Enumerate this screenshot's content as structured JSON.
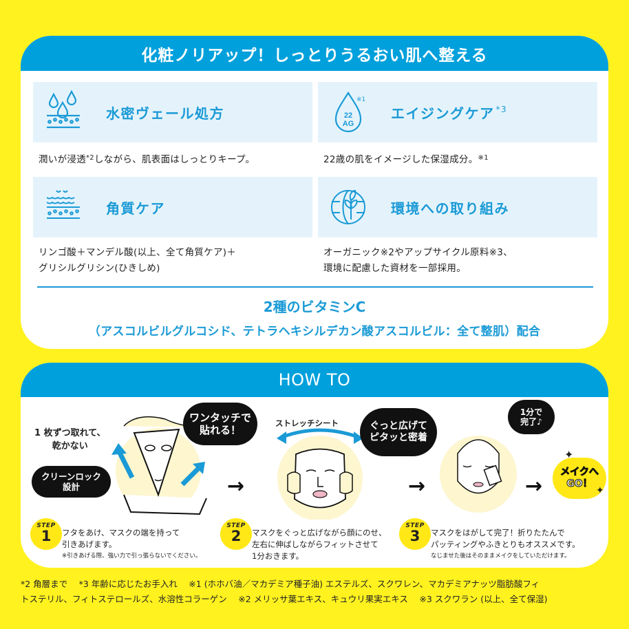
{
  "colors": {
    "background": "#fff21f",
    "header_blue": "#00a0dc",
    "accent_blue": "#1a9ad6",
    "feature_box": "#e4f3fb",
    "step_badge": "#ffe816"
  },
  "top_panel": {
    "header": "化粧ノリアップ！しっとりうるおい肌へ整える",
    "features": [
      {
        "icon": "water-drops-icon",
        "title": "水密ヴェール処方",
        "title_sup": "",
        "desc_before": "潤いが浸透",
        "desc_sup": "*2",
        "desc_after": "しながら、肌表面はしっとりキープ。"
      },
      {
        "icon": "22ag-drop-icon",
        "icon_text_1": "22",
        "icon_text_2": "AG",
        "icon_sup": "※1",
        "title": "エイジングケア",
        "title_sup": "*3",
        "desc_before": "22歳の肌をイメージした保湿成分。",
        "desc_sup": "※1",
        "desc_after": ""
      },
      {
        "icon": "skin-layers-icon",
        "title": "角質ケア",
        "desc_line1": "リンゴ酸＋マンデル酸(以上、全て角質ケア)＋",
        "desc_line2": "グリシルグリシン(ひきしめ)"
      },
      {
        "icon": "globe-leaf-icon",
        "title": "環境への取り組み",
        "desc_line1": "オーガニック※2やアップサイクル原料※3、",
        "desc_line2": "環境に配慮した資材を一部採用。"
      }
    ],
    "vitamin_title": "2種のビタミンC",
    "vitamin_sub": "（アスコルビルグルコシド、テトラヘキシルデカン酸アスコルビル：全て整肌）配合"
  },
  "how_to": {
    "header": "HOW TO",
    "labels": {
      "one_by_one_1": "1 枚ずつ取れて、",
      "one_by_one_2": "乾かない",
      "stretch_sheet": "ストレッチシート"
    },
    "bubbles": {
      "clean_lock_1": "クリーンロック",
      "clean_lock_2": "設計",
      "one_touch_1": "ワンタッチで",
      "one_touch_2": "貼れる！",
      "spread_1": "ぐっと広げて",
      "spread_2": "ピタッと密着",
      "one_min_1": "1分で",
      "one_min_2": "完了♪",
      "makeup_go_1": "メイクへ",
      "makeup_go_2": "GO！"
    },
    "arrow": "→",
    "steps": [
      {
        "label": "STEP",
        "number": "1",
        "line1": "フタをあけ、マスクの端を持って",
        "line2": "引きあげます。",
        "note": "※引きあげる際、強い力で引っ張らないでください。"
      },
      {
        "label": "STEP",
        "number": "2",
        "line1": "マスクをぐっと広げながら顔にのせ、",
        "line2": "左右に伸ばしながらフィットさせて",
        "line3": "1分おきます。"
      },
      {
        "label": "STEP",
        "number": "3",
        "line1": "マスクをはがして完了！折りたたんで",
        "line2": "パッティングやふきとりもオススメです。",
        "note": "なじませた後はそのままメイクをしていただけます。"
      }
    ]
  },
  "footnotes": {
    "line1": "*2 角層まで　 *3 年齢に応じたお手入れ　 ※1 (ホホバ油／マカデミア種子油) エステルズ、スクワレン、マカデミアナッツ脂肪酸フィ",
    "line2": "トステリル、フィトステロールズ、水溶性コラーゲン　 ※2 メリッサ葉エキス、キュウリ果実エキス　 ※3 スクワラン (以上、全て保湿)"
  }
}
